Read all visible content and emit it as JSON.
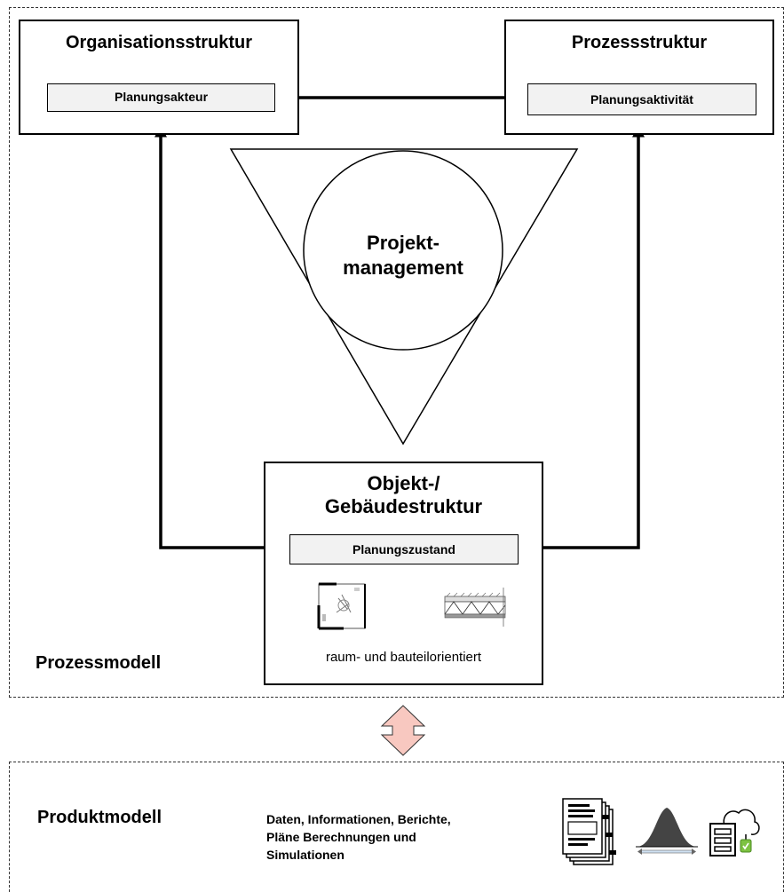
{
  "prozessmodell": {
    "label": "Prozessmodell",
    "organisation": {
      "title": "Organisationsstruktur",
      "inner": "Planungsakteur"
    },
    "prozess": {
      "title": "Prozessstruktur",
      "inner": "Planungsaktivität"
    },
    "projekt": {
      "line1": "Projekt-",
      "line2": "management"
    },
    "objekt": {
      "line1": "Objekt-/",
      "line2": "Gebäudestruktur",
      "inner": "Planungszustand",
      "caption": "raum- und bauteilorientiert",
      "icons": [
        "floor-plan-icon",
        "wall-section-icon"
      ]
    }
  },
  "produktmodell": {
    "label": "Produktmodell",
    "desc_line1": "Daten, Informationen, Berichte,",
    "desc_line2": "Pläne Berechnungen und",
    "desc_line3": "Simulationen",
    "icons": [
      "documents-stack-icon",
      "distribution-chart-icon",
      "server-cloud-icon"
    ]
  },
  "colors": {
    "exchange_arrow_fill": "#f8c8c0",
    "inner_fill": "#f2f2f2",
    "accent_green": "#7dc242"
  }
}
